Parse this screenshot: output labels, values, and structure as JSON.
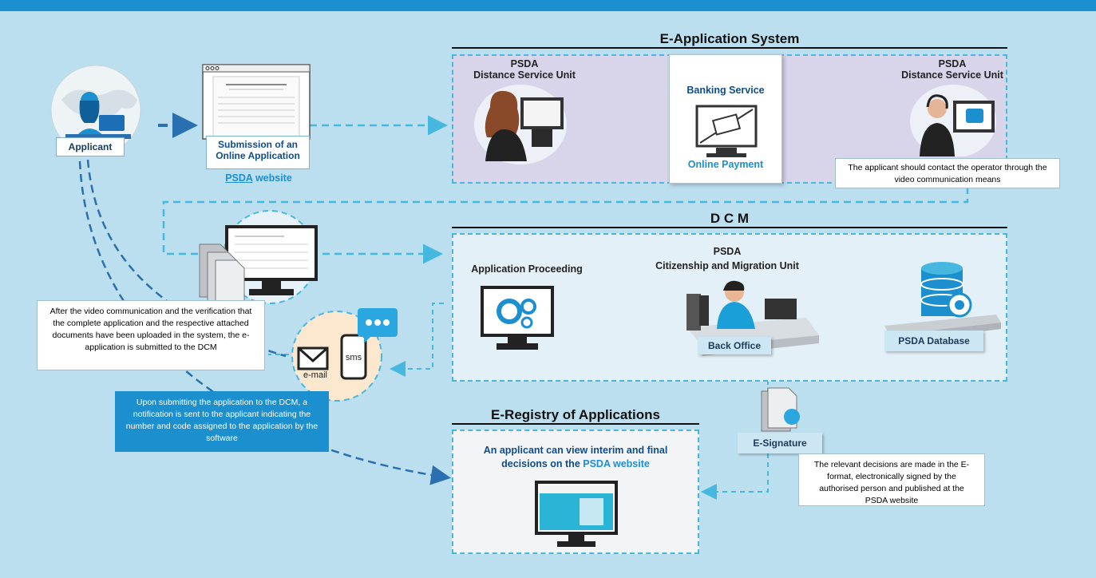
{
  "sections": {
    "eapp": "E-Application System",
    "dcm": "D C M",
    "eregistry": "E-Registry of Applications"
  },
  "applicant": {
    "label": "Applicant"
  },
  "submission": {
    "line1": "Submission of an",
    "line2": "Online Application",
    "site_link": "PSDA",
    "site_rest": " website"
  },
  "eapp": {
    "unit_left_title1": "PSDA",
    "unit_left_title2": "Distance Service Unit",
    "banking_title": "Banking Service",
    "banking_sub": "Online Payment",
    "unit_right_title1": "PSDA",
    "unit_right_title2": "Distance Service Unit",
    "video_note": "The applicant should contact the operator through the video communication means"
  },
  "dcm": {
    "proceeding": "Application Proceeding",
    "unit_title1": "PSDA",
    "unit_title2": "Citizenship and Migration Unit",
    "back_office": "Back Office",
    "database": "PSDA Database"
  },
  "notes": {
    "after_video": "After the video communication and the verification that the complete application and the respective attached documents have been uploaded in the system, the e-application is submitted to the DCM",
    "notification": "Upon submitting the application to the DCM, a notification is sent to the applicant indicating the number and code assigned to the application by the software",
    "decisions": "The relevant decisions are made in the E-format, electronically signed by the authorised person and published at the PSDA website"
  },
  "notify": {
    "email": "e-mail",
    "sms": "sms"
  },
  "esignature": {
    "label": "E-Signature"
  },
  "registry": {
    "text1": "An applicant can view interim and final",
    "text2a": "decisions on the ",
    "text2b": "PSDA website"
  },
  "colors": {
    "background": "#bcdff0",
    "accent": "#1c8fcf",
    "dashed": "#46b8e0",
    "eapp_panel": "#d8d4ea",
    "dcm_panel": "#e3f0f8"
  }
}
